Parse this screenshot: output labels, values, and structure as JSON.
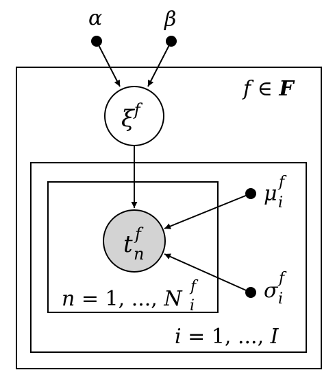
{
  "labels": {
    "alpha": "α",
    "beta": "β",
    "xi": "ξ",
    "xi_sup": "f",
    "t": "t",
    "t_sup": "f",
    "t_sub": "n",
    "mu": "μ",
    "mu_sup": "f",
    "mu_sub": "i",
    "sigma": "σ",
    "sigma_sup": "f",
    "sigma_sub": "i"
  },
  "plates": {
    "outer": {
      "var": "f",
      "in": " ∈ ",
      "set": "F"
    },
    "middle": {
      "var": "i",
      "rest": " = 1, ..., ",
      "upper": "I"
    },
    "inner": {
      "var": "n",
      "rest": " = 1, ..., ",
      "upper": "N",
      "upper_sup": "f",
      "upper_sub": "i"
    }
  },
  "colors": {
    "observed_node_fill": "#d3d3d3",
    "latent_node_fill": "#ffffff",
    "stroke": "#000000"
  }
}
